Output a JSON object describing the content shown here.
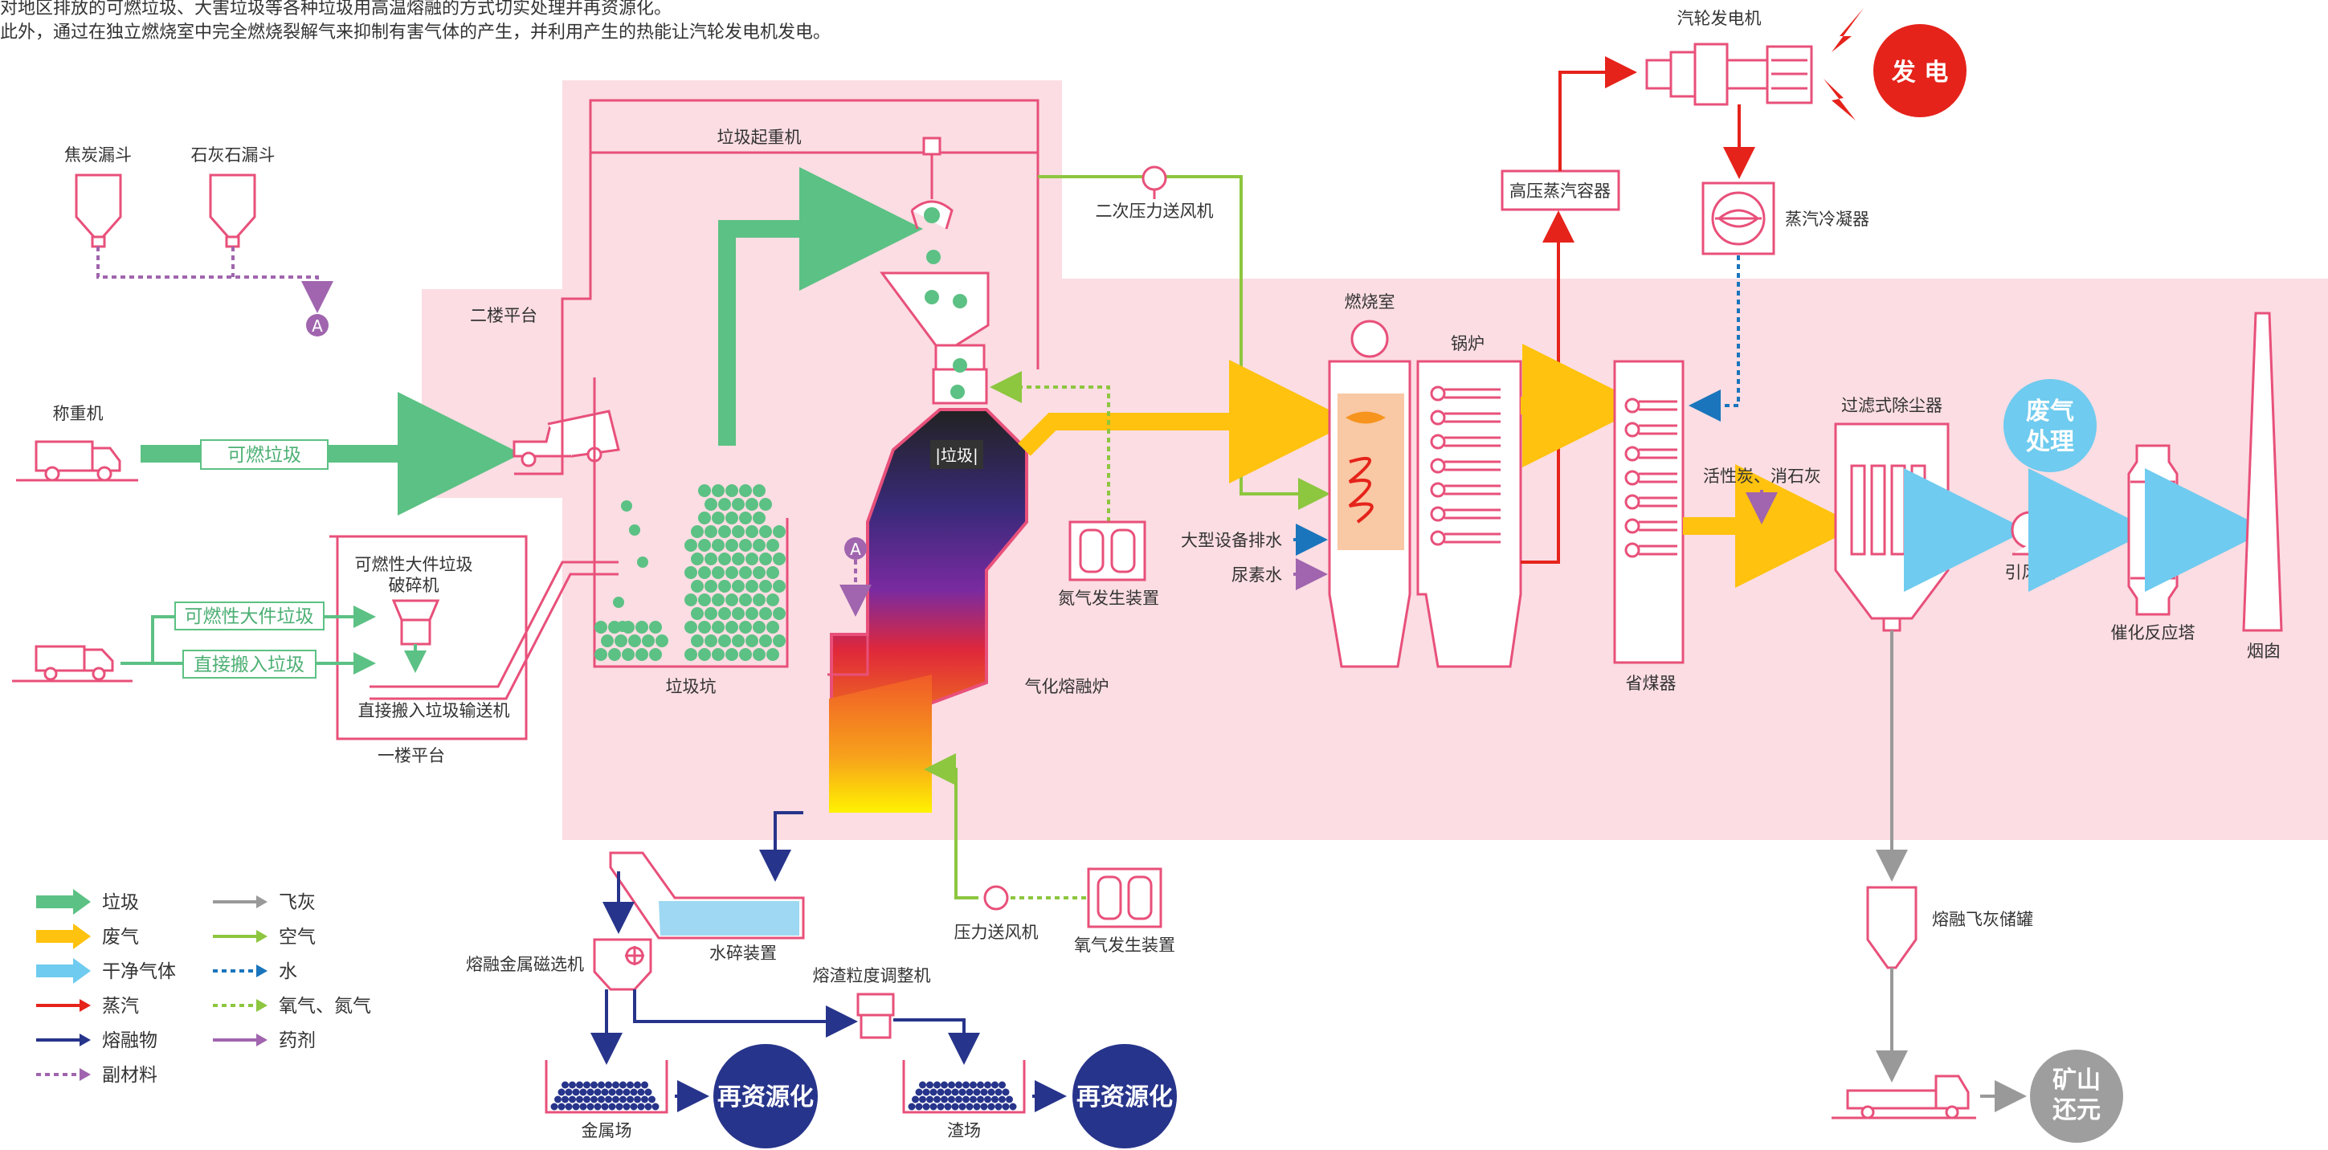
{
  "intro": {
    "line1": "对地区排放的可燃垃圾、大害垃圾等各种垃圾用高温熔融的方式切实处理并再资源化。",
    "line2": "此外，通过在独立燃烧室中完全燃烧裂解气来抑制有害气体的产生，并利用产生的热能让汽轮发电机发电。"
  },
  "labels": {
    "coke_hopper": "焦炭漏斗",
    "limestone_hopper": "石灰石漏斗",
    "marker_a": "A",
    "scale": "称重机",
    "second_floor": "二楼平台",
    "crane": "垃圾起重机",
    "bulky_crusher_1": "可燃性大件垃圾",
    "bulky_crusher_2": "破碎机",
    "direct_conveyor": "直接搬入垃圾输送机",
    "first_floor": "一楼平台",
    "pit": "垃圾坑",
    "gasifier": "气化熔融炉",
    "secondary_fan": "二次压力送风机",
    "nitrogen_gen": "氮气发生装置",
    "oxygen_gen": "氧气发生装置",
    "pressure_fan": "压力送风机",
    "water_granulator": "水碎装置",
    "magnet_sep": "熔融金属磁选机",
    "slag_adjuster": "熔渣粒度调整机",
    "metal_yard": "金属场",
    "slag_yard": "渣场",
    "combustion_chamber": "燃烧室",
    "boiler": "锅炉",
    "drain_water": "大型设备排水",
    "urea_water": "尿素水",
    "hp_steam": "高压蒸汽容器",
    "turbine_gen": "汽轮发电机",
    "condenser": "蒸汽冷凝器",
    "economizer": "省煤器",
    "activated_carbon": "活性炭、消石灰",
    "bag_filter": "过滤式除尘器",
    "induced_fan": "引风机",
    "catalyst_tower": "催化反应塔",
    "chimney": "烟囱",
    "fly_ash_tank": "熔融飞灰储罐"
  },
  "tags": {
    "combustible": "可燃垃圾",
    "bulky": "可燃性大件垃圾",
    "direct": "直接搬入垃圾"
  },
  "badges": {
    "power": "发 电",
    "exhaust_1": "废气",
    "exhaust_2": "处理",
    "recycle_1": "再资源化",
    "recycle_2": "再资源化",
    "mine_1": "矿山",
    "mine_2": "还元"
  },
  "legend": {
    "col1": [
      {
        "label": "垃圾",
        "style": "thick",
        "color": "#5cc184"
      },
      {
        "label": "废气",
        "style": "thick",
        "color": "#ffc20e"
      },
      {
        "label": "干净气体",
        "style": "thick",
        "color": "#6fcbef"
      },
      {
        "label": "蒸汽",
        "style": "thin",
        "color": "#e5231b"
      },
      {
        "label": "熔融物",
        "style": "thin",
        "color": "#27348b"
      },
      {
        "label": "副材料",
        "style": "dotted",
        "color": "#a065ae"
      }
    ],
    "col2": [
      {
        "label": "飞灰",
        "style": "thin",
        "color": "#999999"
      },
      {
        "label": "空气",
        "style": "thin",
        "color": "#8dc63f"
      },
      {
        "label": "水",
        "style": "dotted",
        "color": "#1a75bc"
      },
      {
        "label": "氧气、氮气",
        "style": "dotted",
        "color": "#8dc63f"
      },
      {
        "label": "药剂",
        "style": "thin",
        "color": "#a065ae"
      }
    ]
  },
  "colors": {
    "area": "#fbdde3",
    "equipment": "#e8507a",
    "waste": "#5cc184",
    "exhaust": "#ffc20e",
    "clean_gas": "#6fcbef",
    "steam": "#e5231b",
    "molten": "#27348b",
    "additive": "#a065ae",
    "fly_ash": "#999999",
    "air": "#8dc63f",
    "water": "#1a75bc",
    "power_badge": "#e5231b",
    "exhaust_badge": "#6fcbef",
    "recycle_badge": "#27348b",
    "mine_badge": "#9e9e9e"
  },
  "icons": [
    "truck-icon",
    "fan-icon",
    "hopper-icon",
    "lightning-icon",
    "turbine-icon",
    "condenser-icon",
    "crane-grab-icon",
    "magnet-icon",
    "flame-icon"
  ]
}
